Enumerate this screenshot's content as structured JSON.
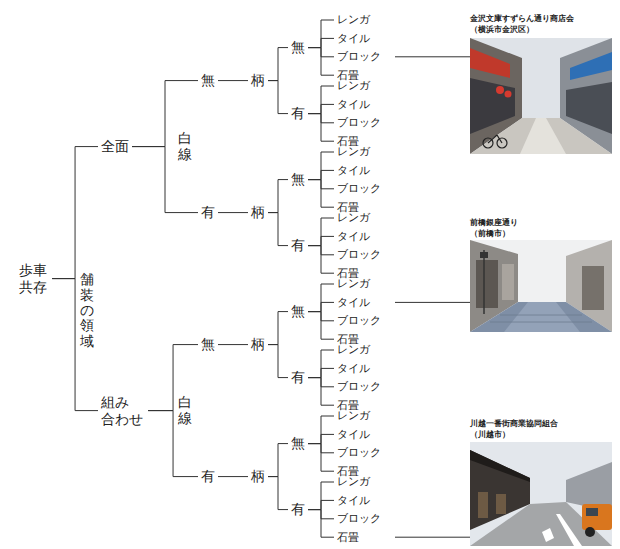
{
  "diagram": {
    "nodes": [
      {
        "text": [
          "歩車 共存"
        ]
      },
      {
        "text": [
          "全面"
        ]
      },
      {
        "text": [
          "無"
        ]
      },
      {
        "text": [
          "柄"
        ]
      },
      {
        "text": [
          "無"
        ]
      },
      {
        "text": [
          "レンガ"
        ]
      },
      {
        "text": [
          "タイル"
        ]
      },
      {
        "text": [
          "ブロック"
        ]
      },
      {
        "text": [
          "石畳"
        ]
      },
      {
        "text": [
          "有"
        ]
      },
      {
        "text": [
          "レンガ"
        ]
      },
      {
        "text": [
          "タイル"
        ]
      },
      {
        "text": [
          "ブロック"
        ]
      },
      {
        "text": [
          "石畳"
        ]
      },
      {
        "text": [
          "有"
        ]
      },
      {
        "text": [
          "柄"
        ]
      },
      {
        "text": [
          "無"
        ]
      },
      {
        "text": [
          "レンガ"
        ]
      },
      {
        "text": [
          "タイル"
        ]
      },
      {
        "text": [
          "ブロック"
        ]
      },
      {
        "text": [
          "石畳"
        ]
      },
      {
        "text": [
          "有"
        ]
      },
      {
        "text": [
          "レンガ"
        ]
      },
      {
        "text": [
          "タイル"
        ]
      },
      {
        "text": [
          "ブロック"
        ]
      },
      {
        "text": [
          "石畳"
        ]
      },
      {
        "text": [
          "組み 合わせ"
        ]
      },
      {
        "text": [
          "無"
        ]
      },
      {
        "text": [
          "柄"
        ]
      },
      {
        "text": [
          "無"
        ]
      },
      {
        "text": [
          "レンガ"
        ]
      },
      {
        "text": [
          "タイル"
        ]
      },
      {
        "text": [
          "ブロック"
        ]
      },
      {
        "text": [
          "石畳"
        ]
      },
      {
        "text": [
          "有"
        ]
      },
      {
        "text": [
          "レンガ"
        ]
      },
      {
        "text": [
          "タイル"
        ]
      },
      {
        "text": [
          "ブロック"
        ]
      },
      {
        "text": [
          "石畳"
        ]
      },
      {
        "text": [
          "有"
        ]
      },
      {
        "text": [
          "柄"
        ]
      },
      {
        "text": [
          "無"
        ]
      },
      {
        "text": [
          "レンガ"
        ]
      },
      {
        "text": [
          "タイル"
        ]
      },
      {
        "text": [
          "ブロック"
        ]
      },
      {
        "text": [
          "石畳"
        ]
      },
      {
        "text": [
          "有"
        ]
      },
      {
        "text": [
          "レンガ"
        ]
      },
      {
        "text": [
          "タイル"
        ]
      },
      {
        "text": [
          "ブロック"
        ]
      },
      {
        "text": [
          "石畳"
        ]
      }
    ],
    "edges": [
      {
        "from": 0,
        "to": 1,
        "arrow": "none"
      },
      {
        "from": 1,
        "to": 2,
        "arrow": "none"
      },
      {
        "from": 2,
        "to": 3,
        "arrow": "none"
      },
      {
        "from": 3,
        "to": 4,
        "arrow": "none"
      },
      {
        "from": 4,
        "to": 5,
        "arrow": "none"
      },
      {
        "from": 4,
        "to": 6,
        "arrow": "none"
      },
      {
        "from": 4,
        "to": 7,
        "arrow": "none"
      },
      {
        "from": 4,
        "to": 8,
        "arrow": "none"
      },
      {
        "from": 3,
        "to": 9,
        "arrow": "none"
      },
      {
        "from": 9,
        "to": 10,
        "arrow": "none"
      },
      {
        "from": 9,
        "to": 11,
        "arrow": "none"
      },
      {
        "from": 9,
        "to": 12,
        "arrow": "none"
      },
      {
        "from": 9,
        "to": 13,
        "arrow": "none"
      },
      {
        "from": 1,
        "to": 14,
        "arrow": "none"
      },
      {
        "from": 14,
        "to": 15,
        "arrow": "none"
      },
      {
        "from": 15,
        "to": 16,
        "arrow": "none"
      },
      {
        "from": 16,
        "to": 17,
        "arrow": "none"
      },
      {
        "from": 16,
        "to": 18,
        "arrow": "none"
      },
      {
        "from": 16,
        "to": 19,
        "arrow": "none"
      },
      {
        "from": 16,
        "to": 20,
        "arrow": "none"
      },
      {
        "from": 15,
        "to": 21,
        "arrow": "none"
      },
      {
        "from": 21,
        "to": 22,
        "arrow": "none"
      },
      {
        "from": 21,
        "to": 23,
        "arrow": "none"
      },
      {
        "from": 21,
        "to": 24,
        "arrow": "none"
      },
      {
        "from": 21,
        "to": 25,
        "arrow": "none"
      },
      {
        "from": 0,
        "to": 26,
        "arrow": "none"
      },
      {
        "from": 26,
        "to": 27,
        "arrow": "none"
      },
      {
        "from": 27,
        "to": 28,
        "arrow": "none"
      },
      {
        "from": 28,
        "to": 29,
        "arrow": "none"
      },
      {
        "from": 29,
        "to": 30,
        "arrow": "none"
      },
      {
        "from": 29,
        "to": 31,
        "arrow": "none"
      },
      {
        "from": 29,
        "to": 32,
        "arrow": "none"
      },
      {
        "from": 29,
        "to": 33,
        "arrow": "none"
      },
      {
        "from": 28,
        "to": 34,
        "arrow": "none"
      },
      {
        "from": 34,
        "to": 35,
        "arrow": "none"
      },
      {
        "from": 34,
        "to": 36,
        "arrow": "none"
      },
      {
        "from": 34,
        "to": 37,
        "arrow": "none"
      },
      {
        "from": 34,
        "to": 38,
        "arrow": "none"
      },
      {
        "from": 26,
        "to": 39,
        "arrow": "none"
      },
      {
        "from": 39,
        "to": 40,
        "arrow": "none"
      },
      {
        "from": 40,
        "to": 41,
        "arrow": "none"
      },
      {
        "from": 41,
        "to": 42,
        "arrow": "none"
      },
      {
        "from": 41,
        "to": 43,
        "arrow": "none"
      },
      {
        "from": 41,
        "to": 44,
        "arrow": "none"
      },
      {
        "from": 41,
        "to": 45,
        "arrow": "none"
      },
      {
        "from": 40,
        "to": 46,
        "arrow": "none"
      },
      {
        "from": 46,
        "to": 47,
        "arrow": "none"
      },
      {
        "from": 46,
        "to": 48,
        "arrow": "none"
      },
      {
        "from": 46,
        "to": 49,
        "arrow": "none"
      },
      {
        "from": 46,
        "to": 50,
        "arrow": "none"
      }
    ],
    "labels": [
      "舗装の領域",
      "白線",
      "白線",
      "金沢文庫すずらん通り商店会",
      "（横浜市金沢区）",
      "前橋銀座通り",
      "（前橋市）",
      "川越一番街商業協同組合",
      "（川越市）"
    ]
  }
}
